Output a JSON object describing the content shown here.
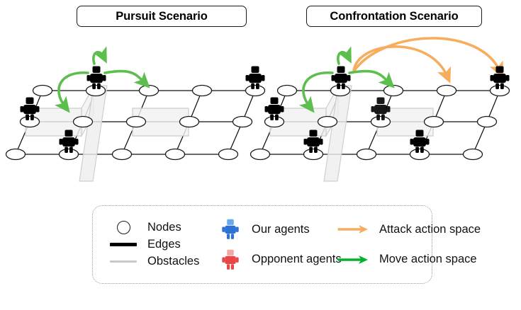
{
  "figure": {
    "scenarios": [
      {
        "id": "pursuit",
        "title": "Pursuit Scenario"
      },
      {
        "id": "confrontation",
        "title": "Confrontation Scenario"
      }
    ]
  },
  "legend": {
    "items": [
      {
        "key": "nodes",
        "icon": "circle-node-icon",
        "label": "Nodes"
      },
      {
        "key": "edges",
        "icon": "edge-line-icon",
        "label": "Edges"
      },
      {
        "key": "obstacles",
        "icon": "obstacle-line-icon",
        "label": "Obstacles"
      },
      {
        "key": "our",
        "icon": "blue-robot-icon",
        "label": "Our agents"
      },
      {
        "key": "opponent",
        "icon": "red-robot-icon",
        "label": "Opponent agents"
      },
      {
        "key": "attack",
        "icon": "orange-arrow-icon",
        "label": "Attack action space"
      },
      {
        "key": "move",
        "icon": "green-arrow-icon",
        "label": "Move action space"
      }
    ]
  },
  "colors": {
    "our_agent_body": "#2f72d6",
    "our_agent_head": "#6aa9f0",
    "opponent_agent_body": "#e8474a",
    "opponent_agent_head": "#f4a7a4",
    "attack_arrow": "#f7ad5e",
    "move_arrow": "#5cbf4d",
    "edge": "#111111",
    "obstacle": "#c9c9c9",
    "node_fill": "#ffffff"
  },
  "scene": {
    "pursuit": {
      "our_agents": [
        "top-left-node",
        "mid-left-node",
        "bottom-left-node"
      ],
      "opponent_agents": [
        "top-right-node"
      ],
      "move_arrows": 3,
      "attack_arrows": 0
    },
    "confrontation": {
      "our_agents": [
        "top-left-node",
        "mid-left-node",
        "bottom-left-node"
      ],
      "opponent_agents": [
        "top-right-node",
        "mid-center-node",
        "bottom-center-node"
      ],
      "move_arrows": 3,
      "attack_arrows": 2
    }
  }
}
